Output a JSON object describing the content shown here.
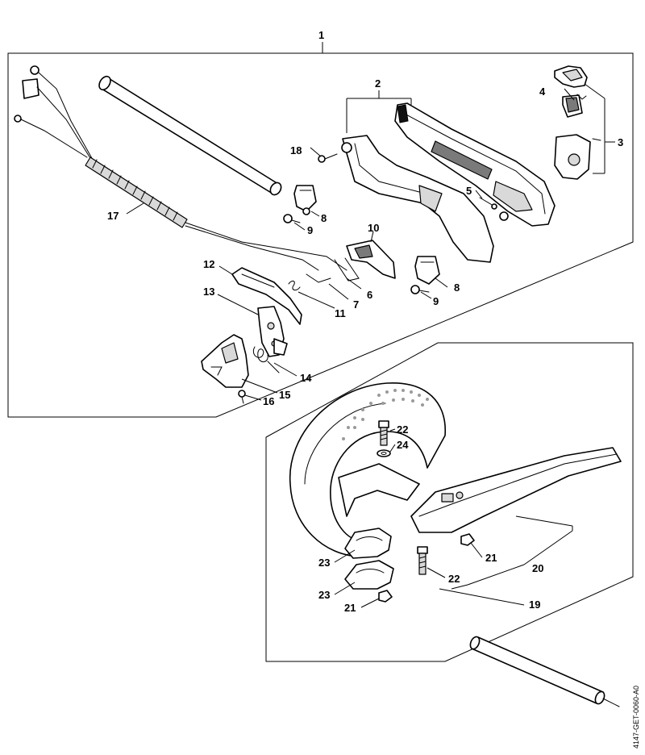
{
  "drawing_code": "4147-GET-0060-A0",
  "callouts": {
    "c1": "1",
    "c2": "2",
    "c3": "3",
    "c4": "4",
    "c5": "5",
    "c6": "6",
    "c7": "7",
    "c8a": "8",
    "c8b": "8",
    "c9a": "9",
    "c9b": "9",
    "c10": "10",
    "c11": "11",
    "c12": "12",
    "c13": "13",
    "c14": "14",
    "c15": "15",
    "c16": "16",
    "c17": "17",
    "c18": "18",
    "c19": "19",
    "c20": "20",
    "c21a": "21",
    "c21b": "21",
    "c22a": "22",
    "c22b": "22",
    "c23a": "23",
    "c23b": "23",
    "c24": "24"
  }
}
